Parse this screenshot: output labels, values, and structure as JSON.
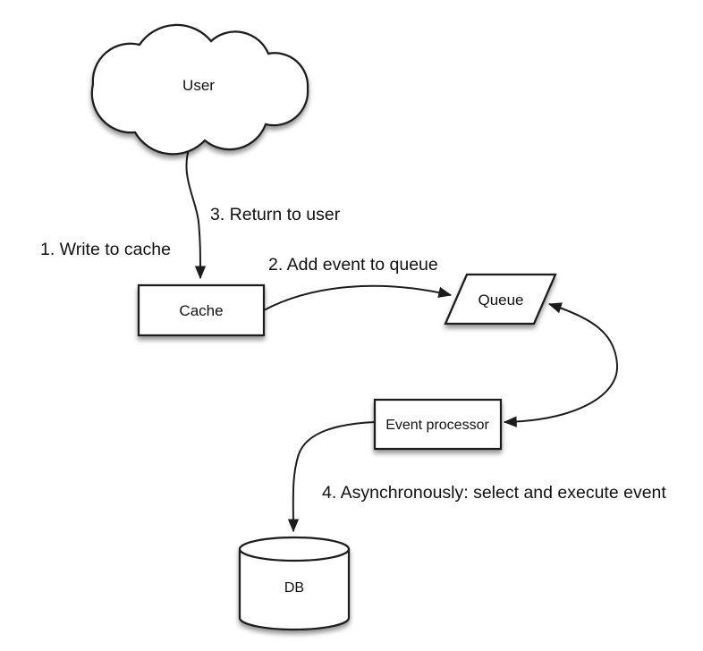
{
  "diagram": {
    "background_color": "#ffffff",
    "line_color": "#1c1c1c",
    "text_color": "#111111",
    "shape_fill_color": "#ffffff",
    "nodes": {
      "user": {
        "label": "User",
        "shape": "cloud"
      },
      "cache": {
        "label": "Cache",
        "shape": "rectangle"
      },
      "queue": {
        "label": "Queue",
        "shape": "parallelogram"
      },
      "event_processor": {
        "label": "Event processor",
        "shape": "rectangle"
      },
      "db": {
        "label": "DB",
        "shape": "cylinder"
      }
    },
    "steps": {
      "step1": {
        "label": "1. Write to cache"
      },
      "step2": {
        "label": "2. Add event to queue"
      },
      "step3": {
        "label": "3. Return to user"
      },
      "step4": {
        "label": "4. Asynchronously: select and execute event"
      }
    },
    "edges": [
      {
        "from": "user",
        "to": "cache",
        "style": "curved",
        "arrowheads": "end"
      },
      {
        "from": "cache",
        "to": "queue",
        "style": "curved",
        "arrowheads": "end"
      },
      {
        "from": "event_processor",
        "to": "queue",
        "style": "curved",
        "arrowheads": "both"
      },
      {
        "from": "event_processor",
        "to": "db",
        "style": "curved",
        "arrowheads": "end"
      }
    ]
  }
}
